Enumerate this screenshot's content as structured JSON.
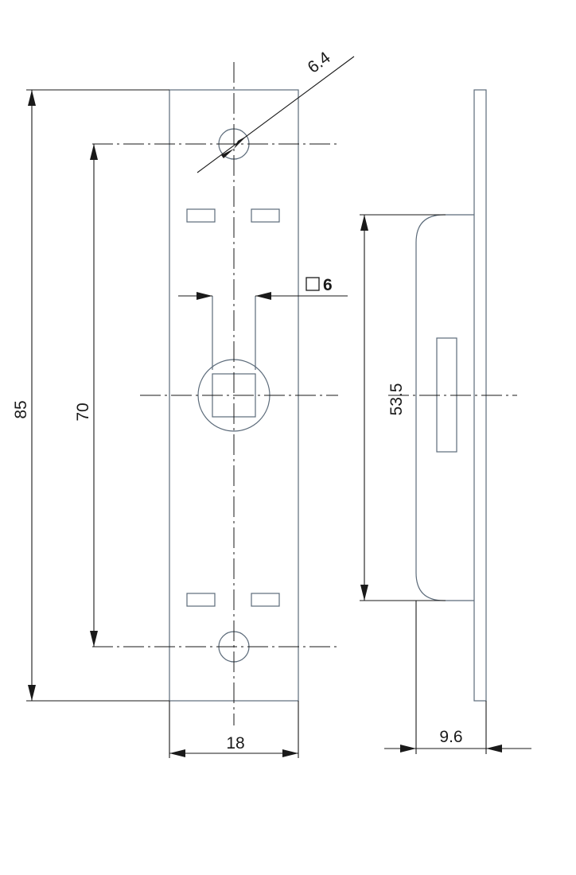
{
  "dimensions": {
    "overall_height": "85",
    "hole_spacing": "70",
    "hole_diameter": "6.4",
    "square": "6",
    "plate_width": "18",
    "case_height": "53.5",
    "depth": "9.6"
  },
  "icons": {
    "square_symbol": "square-symbol-icon"
  },
  "colors": {
    "outline": "#5c6b7a",
    "dimension": "#1a1a1a",
    "background": "#ffffff"
  }
}
